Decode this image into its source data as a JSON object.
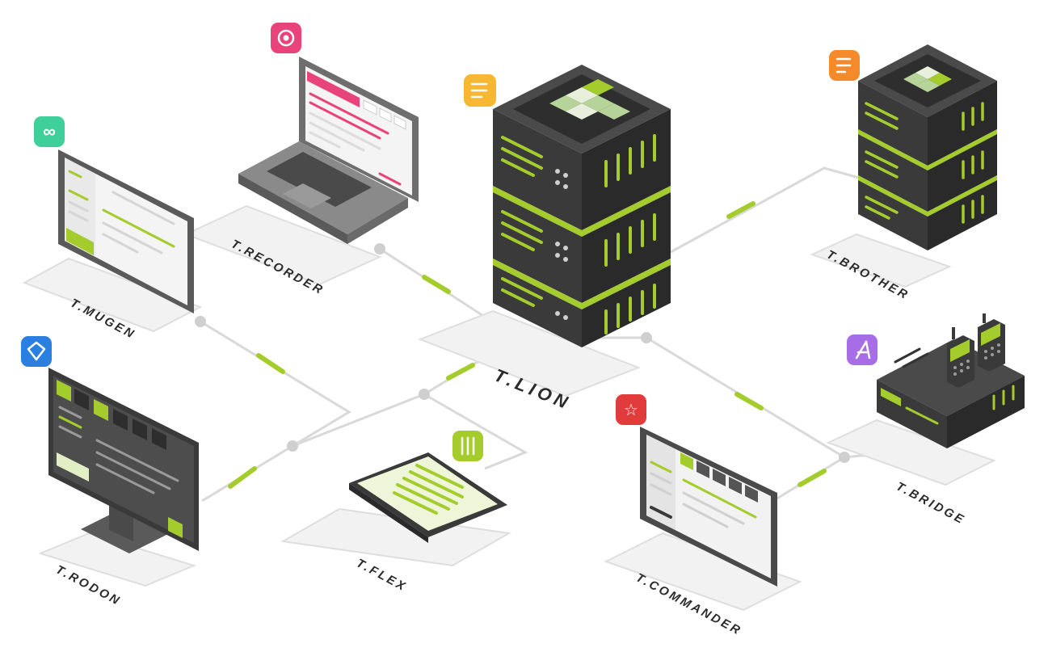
{
  "nodes": {
    "lion": {
      "label": "T.LION",
      "icon": "doc-lines-icon",
      "color": "#f7b733"
    },
    "recorder": {
      "label": "T.RECORDER",
      "icon": "record-icon",
      "color": "#e8437a"
    },
    "mugen": {
      "label": "T.MUGEN",
      "icon": "infinity-icon",
      "color": "#3ecf9a"
    },
    "brother": {
      "label": "T.BROTHER",
      "icon": "doc-lines-icon",
      "color": "#f58a2a"
    },
    "rodon": {
      "label": "T.RODON",
      "icon": "shield-icon",
      "color": "#2b7fe0"
    },
    "flex": {
      "label": "T.FLEX",
      "icon": "bars-icon",
      "color": "#a4cc2c"
    },
    "commander": {
      "label": "T.COMMANDER",
      "icon": "star-icon",
      "color": "#e13b3b"
    },
    "bridge": {
      "label": "T.BRIDGE",
      "icon": "antenna-icon",
      "color": "#a66de6"
    }
  },
  "colors": {
    "accent_green": "#a4cc2c",
    "dark_device": "#3a3a3a",
    "connector": "#d9d9d9"
  }
}
